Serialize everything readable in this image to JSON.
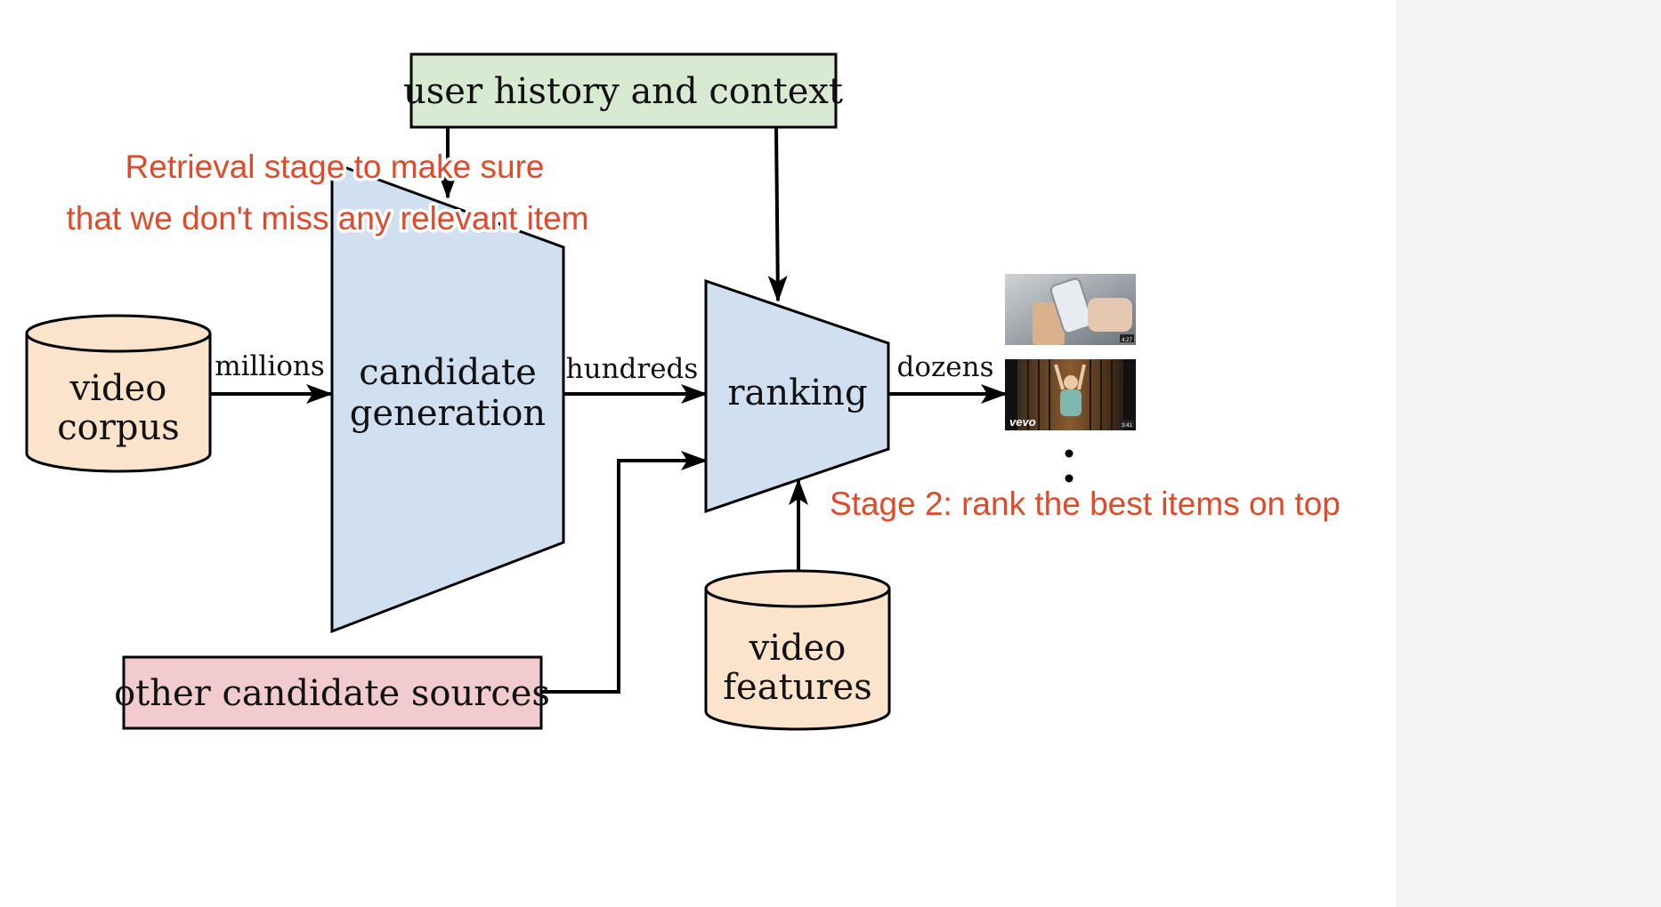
{
  "nodes": {
    "user_history": "user history and context",
    "video_corpus": [
      "video",
      "corpus"
    ],
    "candidate_generation": [
      "candidate",
      "generation"
    ],
    "ranking": "ranking",
    "video_features": [
      "video",
      "features"
    ],
    "other_sources": "other candidate sources"
  },
  "edges": {
    "millions": "millions",
    "hundreds": "hundreds",
    "dozens": "dozens"
  },
  "annotations": {
    "retrieval_line1": "Retrieval stage to make sure",
    "retrieval_line2": "that we don't miss any relevant item",
    "stage2": "Stage 2: rank the best items on top"
  },
  "thumbnails": {
    "thumb2_logo": "vevo",
    "thumb1_duration": "4:27",
    "thumb2_duration": "3:41"
  },
  "colors": {
    "context_box": "#d9ead3",
    "database": "#fbe3cc",
    "funnel": "#d0e0f1",
    "other_sources_box": "#f2cbcf",
    "annotation": "#e04a2a",
    "side_panel": "#f3f3f3"
  }
}
